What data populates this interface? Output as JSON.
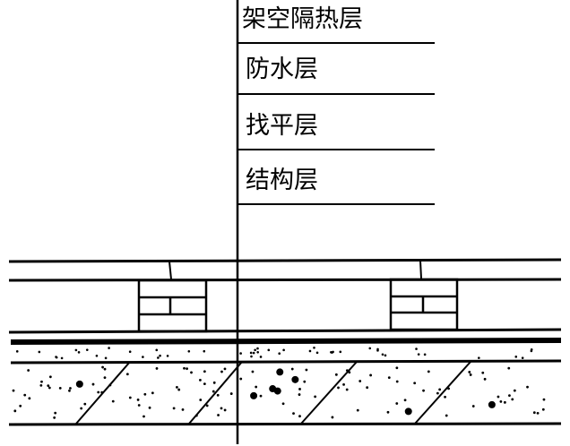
{
  "labels": {
    "top": "架空隔热层",
    "layer1": "防水层",
    "layer2": "找平层",
    "layer3": "结构层"
  },
  "colors": {
    "ink": "#000000",
    "background": "#ffffff"
  }
}
